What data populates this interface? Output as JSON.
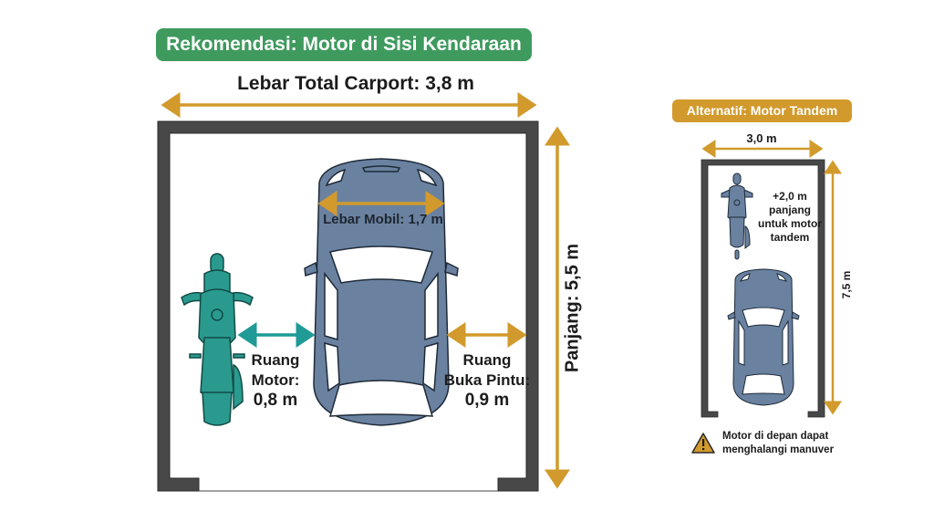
{
  "main": {
    "badge": "Rekomendasi: Motor di Sisi Kendaraan",
    "total_width_label": "Lebar Total Carport: 3,8 m",
    "length_label": "Panjang: 5,5 m",
    "car_width_label": "Lebar Mobil: 1,7 m",
    "motor_space": {
      "line1": "Ruang",
      "line2": "Motor:",
      "line3": "0,8 m"
    },
    "door_space": {
      "line1": "Ruang",
      "line2": "Buka Pintu:",
      "line3": "0,9 m"
    }
  },
  "alternative": {
    "badge": "Alternatif: Motor Tandem",
    "width_label": "3,0 m",
    "length_label": "7,5 m",
    "tandem_note": {
      "line1": "+2,0 m",
      "line2": "panjang",
      "line3": "untuk motor",
      "line4": "tandem"
    },
    "warning": {
      "icon": "warning-triangle-icon",
      "line1": "Motor di depan dapat",
      "line2": "menghalangi manuver"
    }
  },
  "colors": {
    "main_badge": "#3f9a5e",
    "alt_badge": "#d29a2c",
    "dimension_arrow": "#d29a2c",
    "motor_space_arrow": "#1f9a96",
    "motorcycle": "#2a9a8e",
    "car": "#6a82a0",
    "wall": "#484848"
  }
}
